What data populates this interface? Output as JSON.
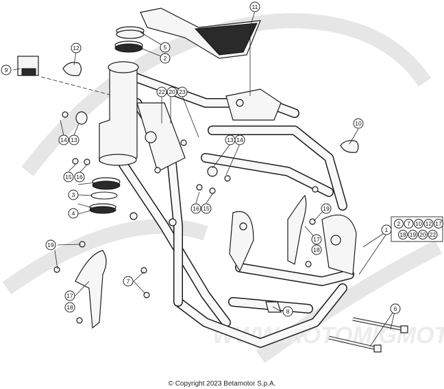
{
  "copyright": "© Copyright 2023 Betamotor S.p.A.",
  "watermark": "WWW.MOTOMIGMOTO",
  "callouts": [
    {
      "id": "c1",
      "label": "1"
    },
    {
      "id": "c2a",
      "label": "2"
    },
    {
      "id": "c3",
      "label": "3"
    },
    {
      "id": "c4",
      "label": "4"
    },
    {
      "id": "c5",
      "label": "5"
    },
    {
      "id": "c6",
      "label": "6"
    },
    {
      "id": "c7",
      "label": "7"
    },
    {
      "id": "c8",
      "label": "8"
    },
    {
      "id": "c9",
      "label": "9"
    },
    {
      "id": "c10",
      "label": "10"
    },
    {
      "id": "c11",
      "label": "11"
    },
    {
      "id": "c12",
      "label": "12"
    },
    {
      "id": "c13a",
      "label": "13"
    },
    {
      "id": "c14a",
      "label": "14"
    },
    {
      "id": "c13b",
      "label": "13"
    },
    {
      "id": "c14b",
      "label": "14"
    },
    {
      "id": "c15a",
      "label": "15"
    },
    {
      "id": "c16a",
      "label": "16"
    },
    {
      "id": "c15b",
      "label": "15"
    },
    {
      "id": "c16b",
      "label": "16"
    },
    {
      "id": "c17a",
      "label": "17"
    },
    {
      "id": "c18a",
      "label": "18"
    },
    {
      "id": "c17b",
      "label": "17"
    },
    {
      "id": "c18b",
      "label": "18"
    },
    {
      "id": "c19a",
      "label": "19"
    },
    {
      "id": "c19b",
      "label": "19"
    },
    {
      "id": "c20",
      "label": "20"
    },
    {
      "id": "c22",
      "label": "22"
    },
    {
      "id": "c23",
      "label": "23"
    }
  ],
  "group_box": {
    "row1": [
      "2",
      "7",
      "10",
      "12",
      "17"
    ],
    "row2": [
      "18",
      "19",
      "20",
      "22"
    ]
  }
}
